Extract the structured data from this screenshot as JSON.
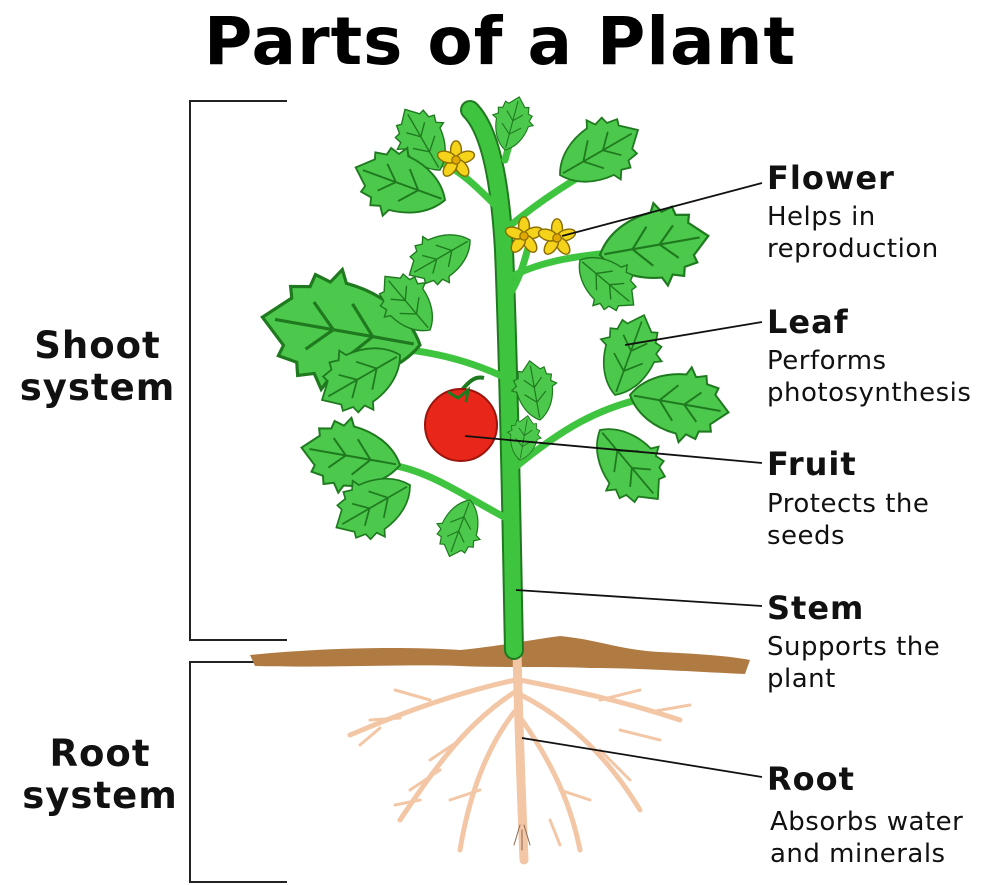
{
  "title": "Parts of a Plant",
  "groups": {
    "shoot": "Shoot system",
    "root": "Root system"
  },
  "parts": [
    {
      "name": "Flower",
      "desc": "Helps in reproduction"
    },
    {
      "name": "Leaf",
      "desc": "Performs photosynthesis"
    },
    {
      "name": "Fruit",
      "desc": "Protects the seeds"
    },
    {
      "name": "Stem",
      "desc": "Supports the plant"
    },
    {
      "name": "Root",
      "desc": "Absorbs water and minerals"
    }
  ],
  "colors": {
    "leaf": "#4cc94c",
    "leaf_vein": "#1f7a1f",
    "stem": "#3fc43f",
    "fruit": "#e8261a",
    "flower": "#f5d31a",
    "soil": "#b07b43",
    "root": "#f3c6a6"
  }
}
